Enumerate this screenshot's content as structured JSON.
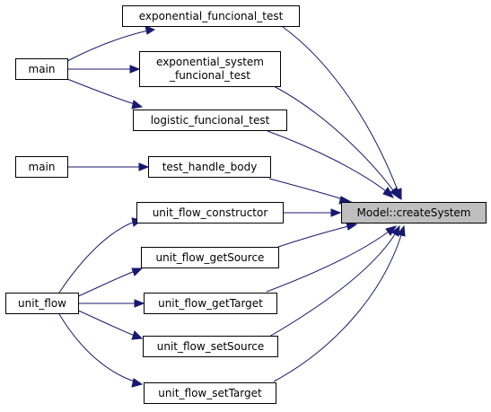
{
  "nodes": {
    "target": "Model::createSystem",
    "main_top": "main",
    "main_mid": "main",
    "unit_flow": "unit_flow",
    "exp_func_test": "exponential_funcional_test",
    "exp_sys_line1": "exponential_system",
    "exp_sys_line2": "_funcional_test",
    "logistic_test": "logistic_funcional_test",
    "handle_body": "test_handle_body",
    "uf_constructor": "unit_flow_constructor",
    "uf_getSource": "unit_flow_getSource",
    "uf_getTarget": "unit_flow_getTarget",
    "uf_setSource": "unit_flow_setSource",
    "uf_setTarget": "unit_flow_setTarget"
  },
  "colors": {
    "edge": "#191970",
    "highlight_fill": "#bfbfbf",
    "border": "#000000",
    "background": "#ffffff"
  }
}
